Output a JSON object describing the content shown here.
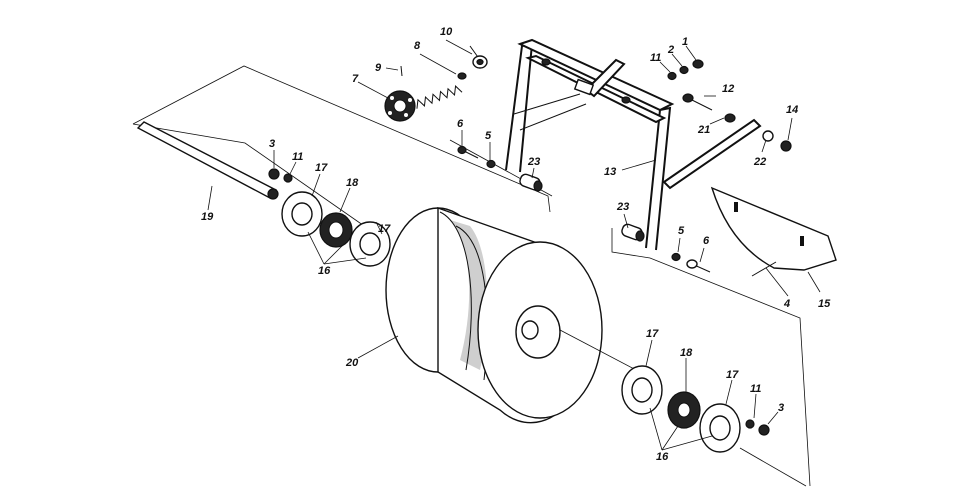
{
  "labels": {
    "l1": "1",
    "l2": "2",
    "l3a": "3",
    "l3b": "3",
    "l4": "4",
    "l5a": "5",
    "l5b": "5",
    "l6a": "6",
    "l6b": "6",
    "l7": "7",
    "l8": "8",
    "l9": "9",
    "l10": "10",
    "l11a": "11",
    "l11b": "11",
    "l11c": "11",
    "l12": "12",
    "l13": "13",
    "l14": "14",
    "l15": "15",
    "l16a": "16",
    "l16b": "16",
    "l17a": "17",
    "l17b": "17",
    "l17c": "17",
    "l17d": "17",
    "l18a": "18",
    "l18b": "18",
    "l19": "19",
    "l20": "20",
    "l21": "21",
    "l22": "22",
    "l23a": "23",
    "l23b": "23"
  }
}
